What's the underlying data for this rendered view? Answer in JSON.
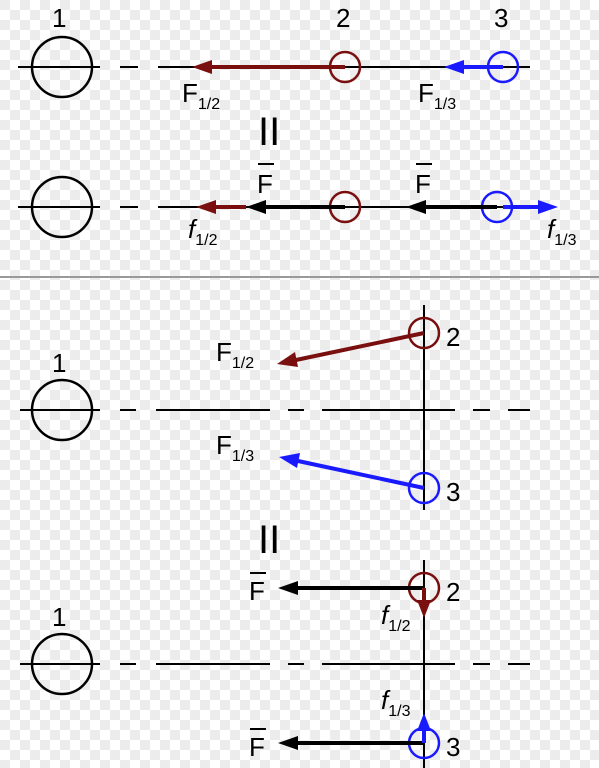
{
  "labels": {
    "one": "1",
    "two": "2",
    "three": "3",
    "equals": "II",
    "F": "F",
    "f": "f",
    "sub12": "1/2",
    "sub13": "1/3"
  },
  "colors": {
    "line": "#000000",
    "body2": "#7a0f0f",
    "body3": "#1a1aff",
    "separator": "#999999",
    "checker_a": "#ffffff",
    "checker_b": "#e9e9e9"
  },
  "icons": {
    "arrowhead": "triangle-arrowhead",
    "body": "circle-body"
  }
}
